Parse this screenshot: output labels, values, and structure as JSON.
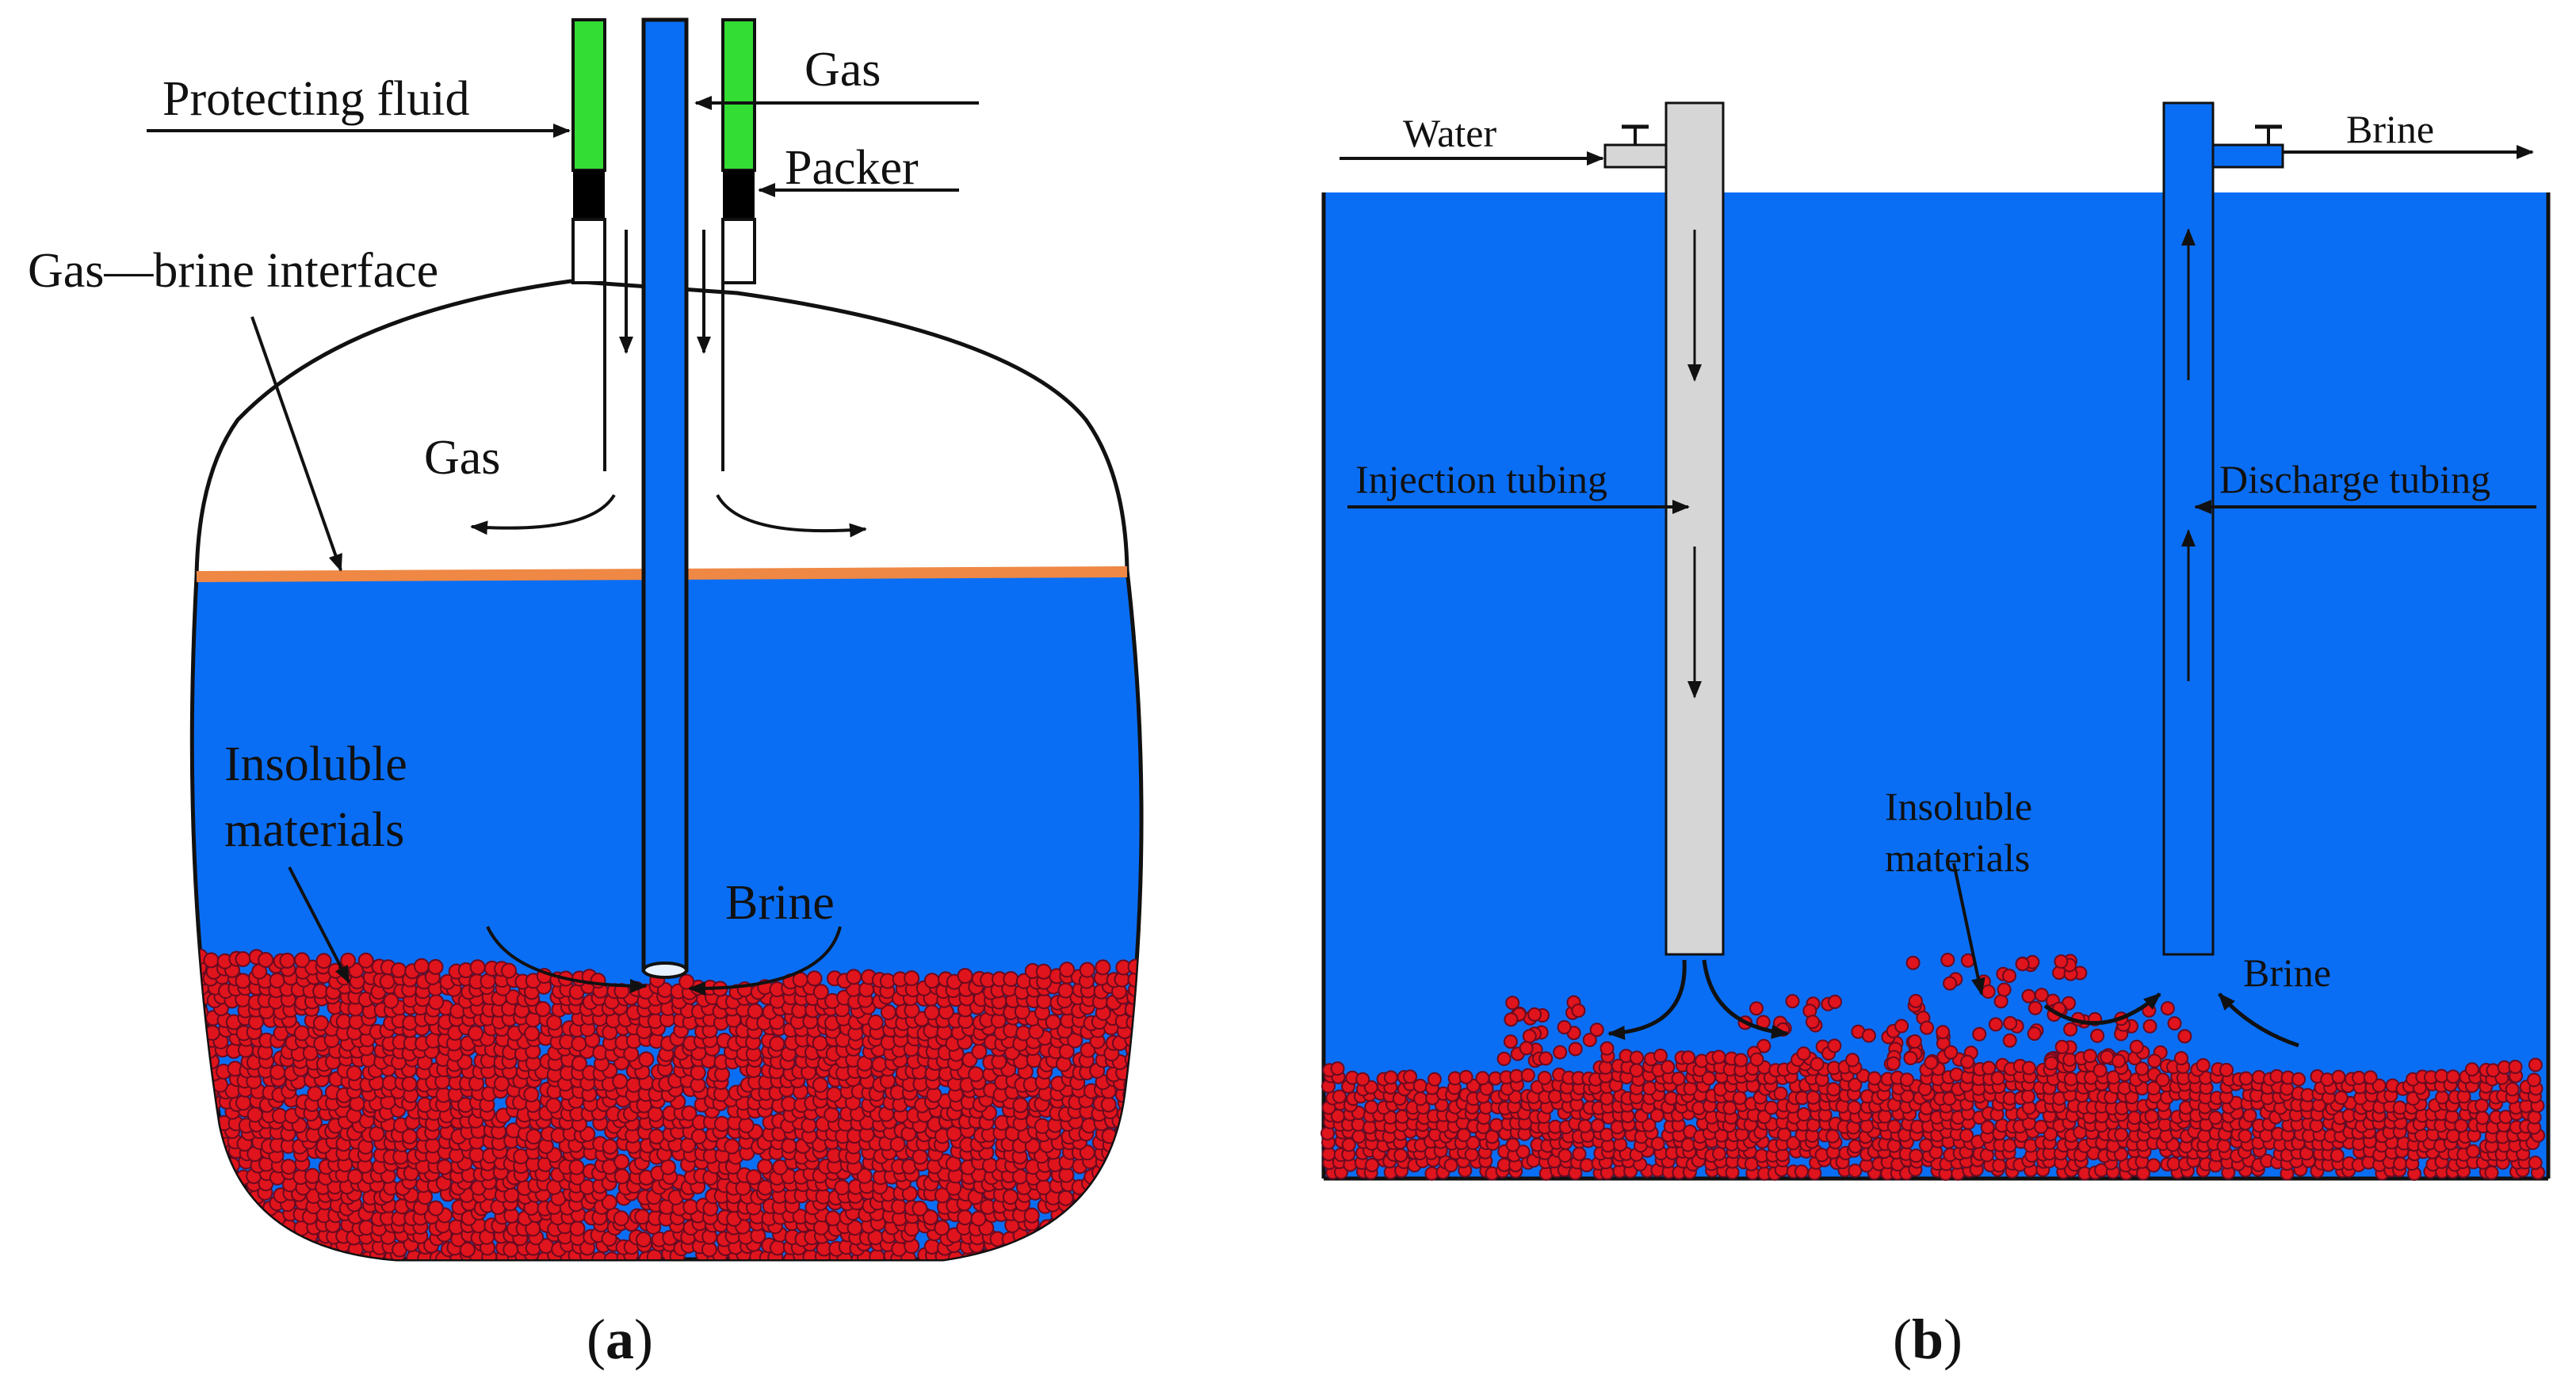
{
  "panel_a": {
    "caption_open": "(",
    "caption_letter": "a",
    "caption_close": ")",
    "labels": {
      "protecting_fluid": "Protecting fluid",
      "gas_top": "Gas",
      "packer": "Packer",
      "interface": "Gas—brine interface",
      "gas_cavity": "Gas",
      "insoluble_line1": "Insoluble",
      "insoluble_line2": "materials",
      "brine": "Brine"
    }
  },
  "panel_b": {
    "caption_open": "(",
    "caption_letter": "b",
    "caption_close": ")",
    "labels": {
      "water": "Water",
      "brine_out": "Brine",
      "injection_tubing": "Injection tubing",
      "discharge_tubing": "Discharge tubing",
      "insoluble_line1": "Insoluble",
      "insoluble_line2": "materials",
      "brine": "Brine"
    }
  },
  "colors": {
    "brine": "#0A6EF5",
    "particle": "#E0141C",
    "particle_edge": "#6A0A20",
    "protecting_fluid": "#33DD33",
    "packer": "#000000",
    "interface": "#EE8844",
    "injection_tubing": "#D6D6D6",
    "outline": "#111111"
  },
  "icons": {
    "valve_water": "valve-icon",
    "valve_brine": "valve-icon"
  }
}
